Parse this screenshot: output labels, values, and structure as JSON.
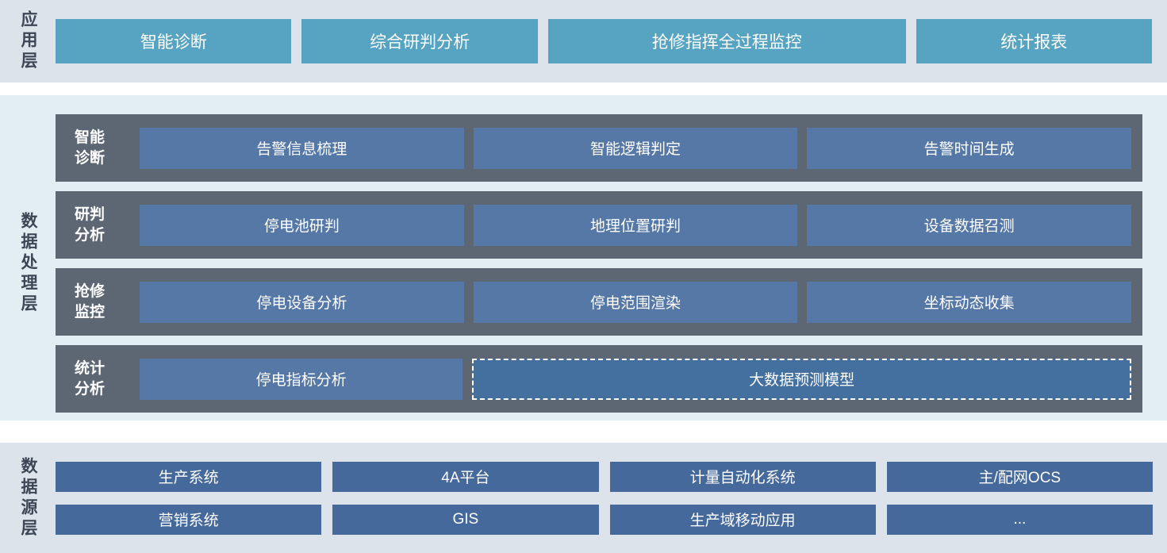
{
  "colors": {
    "band_light_bg": "#dde3eb",
    "band_blue_bg": "#e2edf4",
    "app_button": "#56a3c2",
    "row_container": "#5d6774",
    "process_box": "#5678a7",
    "dashed_box": "#44709f",
    "source_box": "#45699b",
    "layer_label_text": "#3c4654",
    "box_text": "#ffffff"
  },
  "app_layer": {
    "label": "应用层",
    "items": [
      "智能诊断",
      "综合研判分析",
      "抢修指挥全过程监控",
      "统计报表"
    ]
  },
  "process_layer": {
    "label": "数据处理层",
    "rows": [
      {
        "label1": "智能",
        "label2": "诊断",
        "items": [
          "告警信息梳理",
          "智能逻辑判定",
          "告警时间生成"
        ]
      },
      {
        "label1": "研判",
        "label2": "分析",
        "items": [
          "停电池研判",
          "地理位置研判",
          "设备数据召测"
        ]
      },
      {
        "label1": "抢修",
        "label2": "监控",
        "items": [
          "停电设备分析",
          "停电范围渲染",
          "坐标动态收集"
        ]
      },
      {
        "label1": "统计",
        "label2": "分析",
        "items": [
          "停电指标分析"
        ],
        "dashed_item": "大数据预测模型"
      }
    ]
  },
  "source_layer": {
    "label": "数据源层",
    "rows": [
      [
        "生产系统",
        "4A平台",
        "计量自动化系统",
        "主/配网OCS"
      ],
      [
        "营销系统",
        "GIS",
        "生产域移动应用",
        "..."
      ]
    ]
  }
}
